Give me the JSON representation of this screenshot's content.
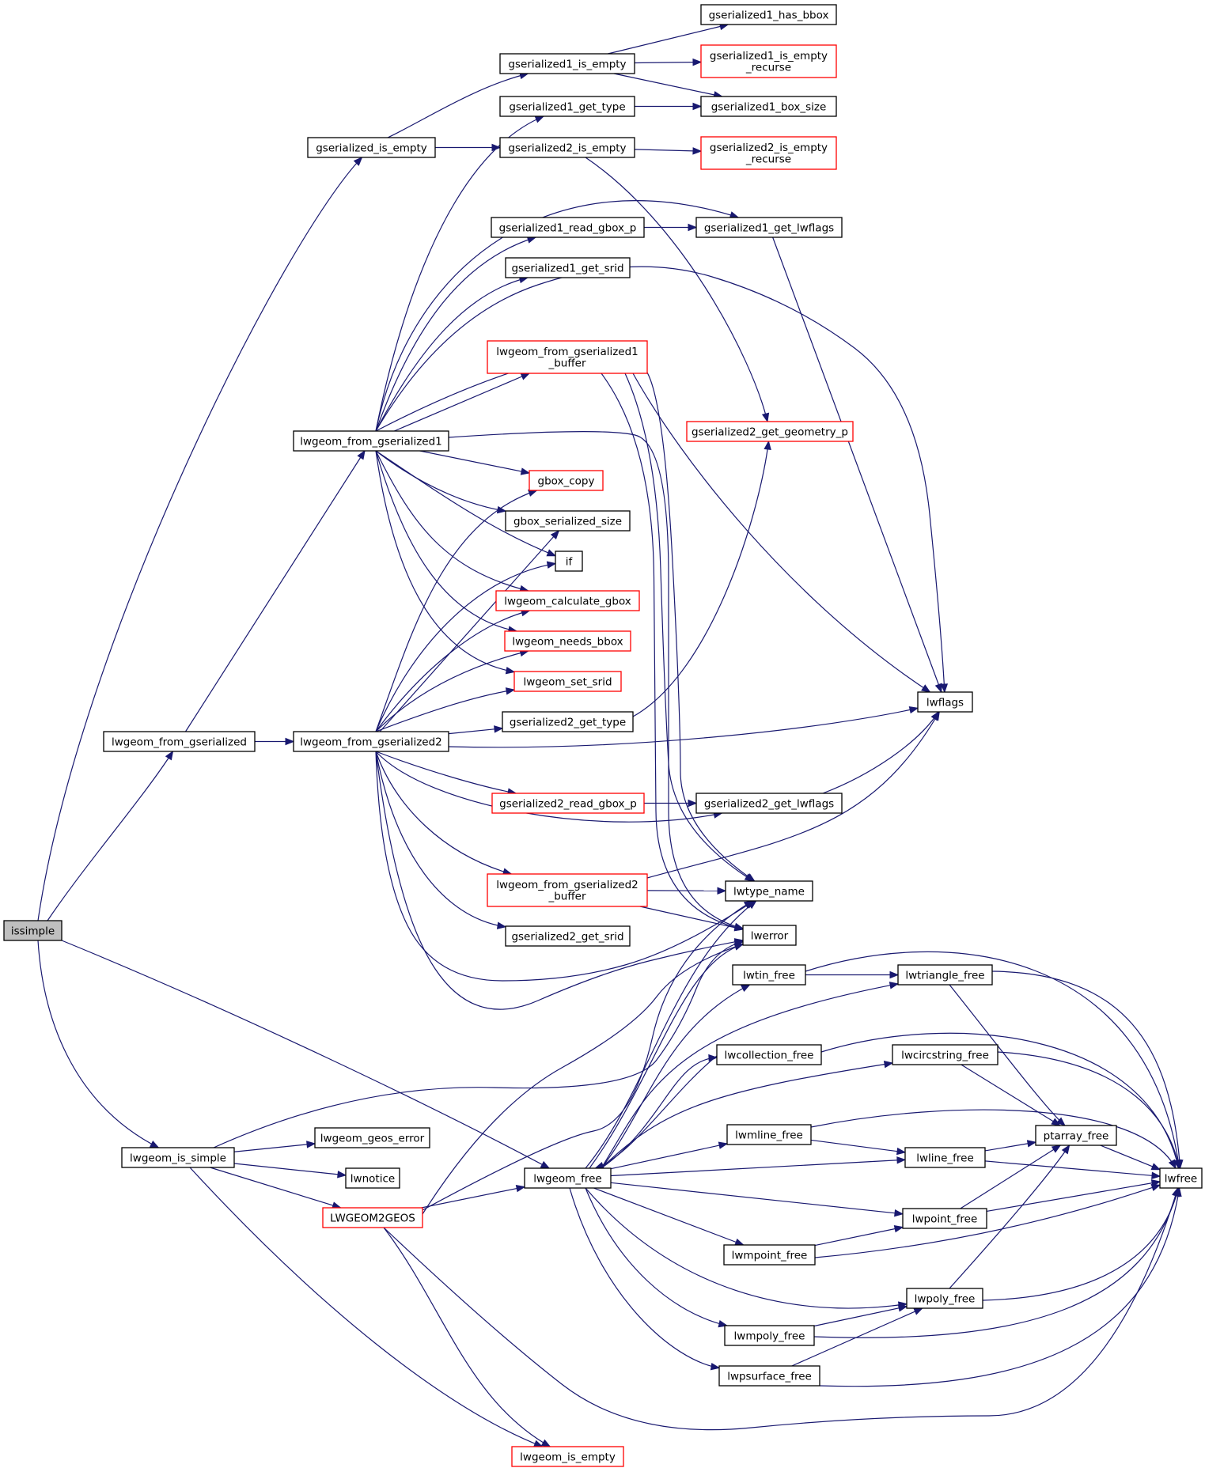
{
  "colors": {
    "edge": "#191970",
    "node_border_default": "#000000",
    "node_border_incomplete": "#ff0000",
    "root_fill": "#bfbfbf"
  },
  "nodes": {
    "issimple": {
      "lines": [
        "issimple"
      ],
      "style": "root"
    },
    "gserialized_is_empty": {
      "lines": [
        "gserialized_is_empty"
      ],
      "style": "normal"
    },
    "gserialized1_is_empty": {
      "lines": [
        "gserialized1_is_empty"
      ],
      "style": "normal"
    },
    "gserialized1_has_bbox": {
      "lines": [
        "gserialized1_has_bbox"
      ],
      "style": "normal"
    },
    "gserialized1_is_empty_recurse": {
      "lines": [
        "gserialized1_is_empty",
        "_recurse"
      ],
      "style": "incomplete"
    },
    "gserialized1_get_type": {
      "lines": [
        "gserialized1_get_type"
      ],
      "style": "normal"
    },
    "gserialized1_box_size": {
      "lines": [
        "gserialized1_box_size"
      ],
      "style": "normal"
    },
    "gserialized2_is_empty": {
      "lines": [
        "gserialized2_is_empty"
      ],
      "style": "normal"
    },
    "gserialized2_is_empty_recurse": {
      "lines": [
        "gserialized2_is_empty",
        "_recurse"
      ],
      "style": "incomplete"
    },
    "gserialized1_read_gbox_p": {
      "lines": [
        "gserialized1_read_gbox_p"
      ],
      "style": "normal"
    },
    "gserialized1_get_lwflags": {
      "lines": [
        "gserialized1_get_lwflags"
      ],
      "style": "normal"
    },
    "gserialized1_get_srid": {
      "lines": [
        "gserialized1_get_srid"
      ],
      "style": "normal"
    },
    "lwgeom_from_gserialized1_buffer": {
      "lines": [
        "lwgeom_from_gserialized1",
        "_buffer"
      ],
      "style": "incomplete"
    },
    "gserialized2_get_geometry_p": {
      "lines": [
        "gserialized2_get_geometry_p"
      ],
      "style": "incomplete"
    },
    "lwgeom_from_gserialized1": {
      "lines": [
        "lwgeom_from_gserialized1"
      ],
      "style": "normal"
    },
    "gbox_copy": {
      "lines": [
        "gbox_copy"
      ],
      "style": "incomplete"
    },
    "gbox_serialized_size": {
      "lines": [
        "gbox_serialized_size"
      ],
      "style": "normal"
    },
    "if": {
      "lines": [
        "if"
      ],
      "style": "normal"
    },
    "lwgeom_calculate_gbox": {
      "lines": [
        "lwgeom_calculate_gbox"
      ],
      "style": "incomplete"
    },
    "lwgeom_needs_bbox": {
      "lines": [
        "lwgeom_needs_bbox"
      ],
      "style": "incomplete"
    },
    "lwgeom_set_srid": {
      "lines": [
        "lwgeom_set_srid"
      ],
      "style": "incomplete"
    },
    "lwflags": {
      "lines": [
        "lwflags"
      ],
      "style": "normal"
    },
    "gserialized2_get_type": {
      "lines": [
        "gserialized2_get_type"
      ],
      "style": "normal"
    },
    "lwgeom_from_gserialized": {
      "lines": [
        "lwgeom_from_gserialized"
      ],
      "style": "normal"
    },
    "lwgeom_from_gserialized2": {
      "lines": [
        "lwgeom_from_gserialized2"
      ],
      "style": "normal"
    },
    "gserialized2_read_gbox_p": {
      "lines": [
        "gserialized2_read_gbox_p"
      ],
      "style": "incomplete"
    },
    "gserialized2_get_lwflags": {
      "lines": [
        "gserialized2_get_lwflags"
      ],
      "style": "normal"
    },
    "lwgeom_from_gserialized2_buffer": {
      "lines": [
        "lwgeom_from_gserialized2",
        "_buffer"
      ],
      "style": "incomplete"
    },
    "lwtype_name": {
      "lines": [
        "lwtype_name"
      ],
      "style": "normal"
    },
    "lwerror": {
      "lines": [
        "lwerror"
      ],
      "style": "normal"
    },
    "gserialized2_get_srid": {
      "lines": [
        "gserialized2_get_srid"
      ],
      "style": "normal"
    },
    "lwtin_free": {
      "lines": [
        "lwtin_free"
      ],
      "style": "normal"
    },
    "lwtriangle_free": {
      "lines": [
        "lwtriangle_free"
      ],
      "style": "normal"
    },
    "lwcollection_free": {
      "lines": [
        "lwcollection_free"
      ],
      "style": "normal"
    },
    "lwcircstring_free": {
      "lines": [
        "lwcircstring_free"
      ],
      "style": "normal"
    },
    "lwgeom_is_simple": {
      "lines": [
        "lwgeom_is_simple"
      ],
      "style": "normal"
    },
    "lwgeom_geos_error": {
      "lines": [
        "lwgeom_geos_error"
      ],
      "style": "normal"
    },
    "lwmline_free": {
      "lines": [
        "lwmline_free"
      ],
      "style": "normal"
    },
    "ptarray_free": {
      "lines": [
        "ptarray_free"
      ],
      "style": "normal"
    },
    "lwnotice": {
      "lines": [
        "lwnotice"
      ],
      "style": "normal"
    },
    "lwgeom_free": {
      "lines": [
        "lwgeom_free"
      ],
      "style": "normal"
    },
    "lwline_free": {
      "lines": [
        "lwline_free"
      ],
      "style": "normal"
    },
    "lwfree": {
      "lines": [
        "lwfree"
      ],
      "style": "normal"
    },
    "LWGEOM2GEOS": {
      "lines": [
        "LWGEOM2GEOS"
      ],
      "style": "incomplete"
    },
    "lwpoint_free": {
      "lines": [
        "lwpoint_free"
      ],
      "style": "normal"
    },
    "lwmpoint_free": {
      "lines": [
        "lwmpoint_free"
      ],
      "style": "normal"
    },
    "lwpoly_free": {
      "lines": [
        "lwpoly_free"
      ],
      "style": "normal"
    },
    "lwmpoly_free": {
      "lines": [
        "lwmpoly_free"
      ],
      "style": "normal"
    },
    "lwpsurface_free": {
      "lines": [
        "lwpsurface_free"
      ],
      "style": "normal"
    },
    "lwgeom_is_empty": {
      "lines": [
        "lwgeom_is_empty"
      ],
      "style": "incomplete"
    }
  },
  "edges": [
    [
      "issimple",
      "gserialized_is_empty"
    ],
    [
      "issimple",
      "lwgeom_from_gserialized"
    ],
    [
      "issimple",
      "lwgeom_is_simple"
    ],
    [
      "issimple",
      "lwgeom_free"
    ],
    [
      "gserialized_is_empty",
      "gserialized1_is_empty"
    ],
    [
      "gserialized_is_empty",
      "gserialized2_is_empty"
    ],
    [
      "gserialized1_is_empty",
      "gserialized1_has_bbox"
    ],
    [
      "gserialized1_is_empty",
      "gserialized1_is_empty_recurse"
    ],
    [
      "gserialized1_is_empty",
      "gserialized1_box_size"
    ],
    [
      "gserialized1_get_type",
      "gserialized1_box_size"
    ],
    [
      "gserialized2_is_empty",
      "gserialized2_is_empty_recurse"
    ],
    [
      "gserialized2_is_empty",
      "gserialized2_get_geometry_p"
    ],
    [
      "gserialized1_read_gbox_p",
      "gserialized1_get_lwflags"
    ],
    [
      "gserialized1_get_lwflags",
      "lwflags"
    ],
    [
      "lwgeom_from_gserialized",
      "lwgeom_from_gserialized1"
    ],
    [
      "lwgeom_from_gserialized",
      "lwgeom_from_gserialized2"
    ],
    [
      "lwgeom_from_gserialized1",
      "gserialized1_get_type"
    ],
    [
      "lwgeom_from_gserialized1",
      "gserialized1_read_gbox_p"
    ],
    [
      "lwgeom_from_gserialized1",
      "gserialized1_get_lwflags"
    ],
    [
      "lwgeom_from_gserialized1",
      "gserialized1_get_srid"
    ],
    [
      "lwgeom_from_gserialized1",
      "lwgeom_from_gserialized1_buffer"
    ],
    [
      "lwgeom_from_gserialized1",
      "lwflags"
    ],
    [
      "lwgeom_from_gserialized1",
      "lwtype_name"
    ],
    [
      "lwgeom_from_gserialized1",
      "lwerror"
    ],
    [
      "lwgeom_from_gserialized1",
      "gbox_copy"
    ],
    [
      "lwgeom_from_gserialized1",
      "gbox_serialized_size"
    ],
    [
      "lwgeom_from_gserialized1",
      "if"
    ],
    [
      "lwgeom_from_gserialized1",
      "lwgeom_calculate_gbox"
    ],
    [
      "lwgeom_from_gserialized1",
      "lwgeom_needs_bbox"
    ],
    [
      "lwgeom_from_gserialized1",
      "lwgeom_set_srid"
    ],
    [
      "lwgeom_from_gserialized1_buffer",
      "lwflags"
    ],
    [
      "lwgeom_from_gserialized1_buffer",
      "lwtype_name"
    ],
    [
      "lwgeom_from_gserialized1_buffer",
      "lwerror"
    ],
    [
      "lwgeom_from_gserialized2",
      "gbox_copy"
    ],
    [
      "lwgeom_from_gserialized2",
      "gbox_serialized_size"
    ],
    [
      "lwgeom_from_gserialized2",
      "if"
    ],
    [
      "lwgeom_from_gserialized2",
      "lwgeom_calculate_gbox"
    ],
    [
      "lwgeom_from_gserialized2",
      "lwgeom_needs_bbox"
    ],
    [
      "lwgeom_from_gserialized2",
      "lwgeom_set_srid"
    ],
    [
      "lwgeom_from_gserialized2",
      "gserialized2_get_type"
    ],
    [
      "lwgeom_from_gserialized2",
      "lwflags"
    ],
    [
      "lwgeom_from_gserialized2",
      "gserialized2_read_gbox_p"
    ],
    [
      "lwgeom_from_gserialized2",
      "gserialized2_get_lwflags"
    ],
    [
      "lwgeom_from_gserialized2",
      "lwgeom_from_gserialized2_buffer"
    ],
    [
      "lwgeom_from_gserialized2",
      "gserialized2_get_srid"
    ],
    [
      "lwgeom_from_gserialized2",
      "lwtype_name"
    ],
    [
      "lwgeom_from_gserialized2",
      "lwerror"
    ],
    [
      "gserialized2_get_type",
      "gserialized2_get_geometry_p"
    ],
    [
      "gserialized2_read_gbox_p",
      "gserialized2_get_lwflags"
    ],
    [
      "gserialized2_get_lwflags",
      "lwflags"
    ],
    [
      "lwgeom_from_gserialized2_buffer",
      "lwflags"
    ],
    [
      "lwgeom_from_gserialized2_buffer",
      "lwtype_name"
    ],
    [
      "lwgeom_from_gserialized2_buffer",
      "lwerror"
    ],
    [
      "lwgeom_is_simple",
      "lwgeom_geos_error"
    ],
    [
      "lwgeom_is_simple",
      "lwnotice"
    ],
    [
      "lwgeom_is_simple",
      "LWGEOM2GEOS"
    ],
    [
      "lwgeom_is_simple",
      "lwgeom_is_empty"
    ],
    [
      "lwgeom_is_simple",
      "lwerror"
    ],
    [
      "LWGEOM2GEOS",
      "lwgeom_free"
    ],
    [
      "LWGEOM2GEOS",
      "lwtype_name"
    ],
    [
      "LWGEOM2GEOS",
      "lwerror"
    ],
    [
      "LWGEOM2GEOS",
      "lwgeom_is_empty"
    ],
    [
      "LWGEOM2GEOS",
      "lwfree"
    ],
    [
      "lwgeom_free",
      "lwtin_free"
    ],
    [
      "lwgeom_free",
      "lwtriangle_free"
    ],
    [
      "lwgeom_free",
      "lwcollection_free"
    ],
    [
      "lwgeom_free",
      "lwcircstring_free"
    ],
    [
      "lwgeom_free",
      "lwmline_free"
    ],
    [
      "lwgeom_free",
      "lwline_free"
    ],
    [
      "lwgeom_free",
      "lwpoint_free"
    ],
    [
      "lwgeom_free",
      "lwmpoint_free"
    ],
    [
      "lwgeom_free",
      "lwpoly_free"
    ],
    [
      "lwgeom_free",
      "lwmpoly_free"
    ],
    [
      "lwgeom_free",
      "lwpsurface_free"
    ],
    [
      "lwgeom_free",
      "lwtype_name"
    ],
    [
      "lwgeom_free",
      "lwerror"
    ],
    [
      "lwcollection_free",
      "lwgeom_free"
    ],
    [
      "lwcollection_free",
      "lwfree"
    ],
    [
      "lwtin_free",
      "lwtriangle_free"
    ],
    [
      "lwtin_free",
      "lwfree"
    ],
    [
      "lwtriangle_free",
      "ptarray_free"
    ],
    [
      "lwtriangle_free",
      "lwfree"
    ],
    [
      "lwcircstring_free",
      "ptarray_free"
    ],
    [
      "lwcircstring_free",
      "lwfree"
    ],
    [
      "lwmline_free",
      "lwline_free"
    ],
    [
      "lwmline_free",
      "lwfree"
    ],
    [
      "lwline_free",
      "ptarray_free"
    ],
    [
      "lwline_free",
      "lwfree"
    ],
    [
      "lwpoint_free",
      "ptarray_free"
    ],
    [
      "lwpoint_free",
      "lwfree"
    ],
    [
      "lwmpoint_free",
      "lwpoint_free"
    ],
    [
      "lwmpoint_free",
      "lwfree"
    ],
    [
      "lwpoly_free",
      "ptarray_free"
    ],
    [
      "lwpoly_free",
      "lwfree"
    ],
    [
      "lwmpoly_free",
      "lwpoly_free"
    ],
    [
      "lwmpoly_free",
      "lwfree"
    ],
    [
      "lwpsurface_free",
      "lwpoly_free"
    ],
    [
      "lwpsurface_free",
      "lwfree"
    ],
    [
      "ptarray_free",
      "lwfree"
    ]
  ]
}
